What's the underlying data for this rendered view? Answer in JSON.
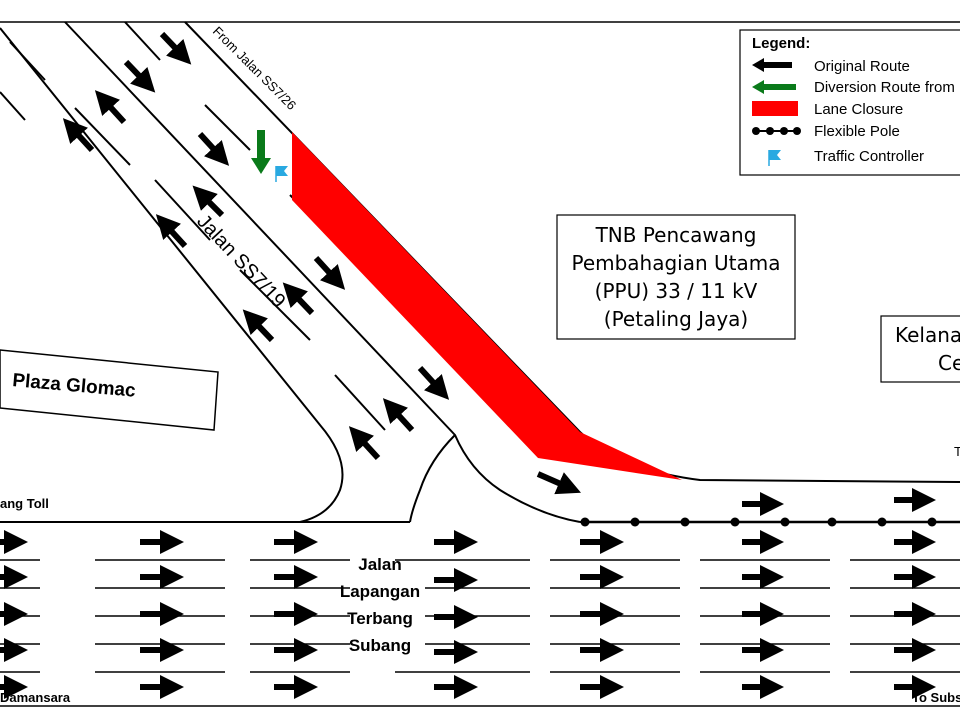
{
  "legend": {
    "title": "Legend:",
    "items": [
      {
        "kind": "original",
        "label": "Original Route",
        "color": "#000000"
      },
      {
        "kind": "diversion",
        "label": "Diversion Route from",
        "color": "#0a7a1a"
      },
      {
        "kind": "closure",
        "label": "Lane Closure",
        "color": "#ff0000"
      },
      {
        "kind": "pole",
        "label": "Flexible Pole",
        "color": "#000000"
      },
      {
        "kind": "controller",
        "label": "Traffic Controller",
        "color": "#29a9e1"
      }
    ]
  },
  "labels": {
    "from_road": "From Jalan SS7/26",
    "road_ss719": "Jalan SS7/19",
    "plaza": "Plaza Glomac",
    "main_road": [
      "Jalan",
      "Lapangan",
      "Terbang",
      "Subang"
    ],
    "toll": "ang Toll",
    "damansara": "Damansara",
    "to_subang": "To Subs",
    "right_t": "T"
  },
  "tnb_box": {
    "lines": [
      "TNB Pencawang",
      "Pembahagian Utama",
      "(PPU) 33 / 11 kV",
      "(Petaling Jaya)"
    ]
  },
  "kelana_box": {
    "lines": [
      "Kelana",
      "Ce"
    ]
  }
}
